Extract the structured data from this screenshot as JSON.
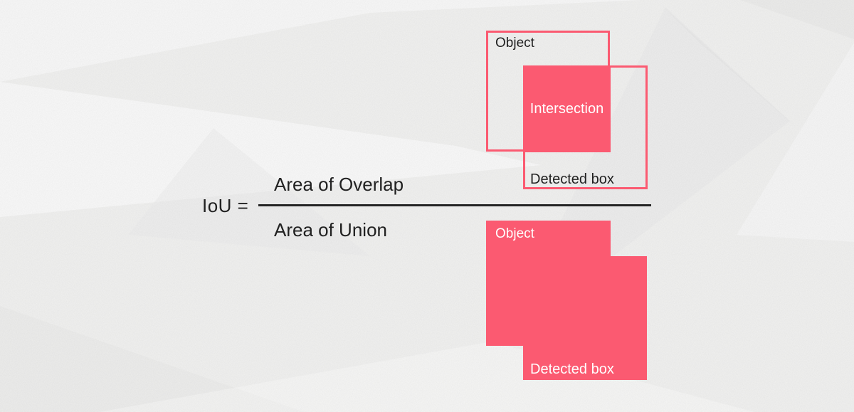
{
  "formula": {
    "lhs": "IoU =",
    "numerator": "Area of Overlap",
    "denominator": "Area of Union"
  },
  "overlap_diagram": {
    "object_label": "Object",
    "intersection_label": "Intersection",
    "detected_label": "Detected box"
  },
  "union_diagram": {
    "object_label": "Object",
    "detected_label": "Detected box"
  },
  "colors": {
    "accent_pink": "#fb5a71",
    "text_dark": "#212121",
    "text_light": "#ffffff",
    "fraction_line": "#242424",
    "background": "#f1f1f0"
  }
}
